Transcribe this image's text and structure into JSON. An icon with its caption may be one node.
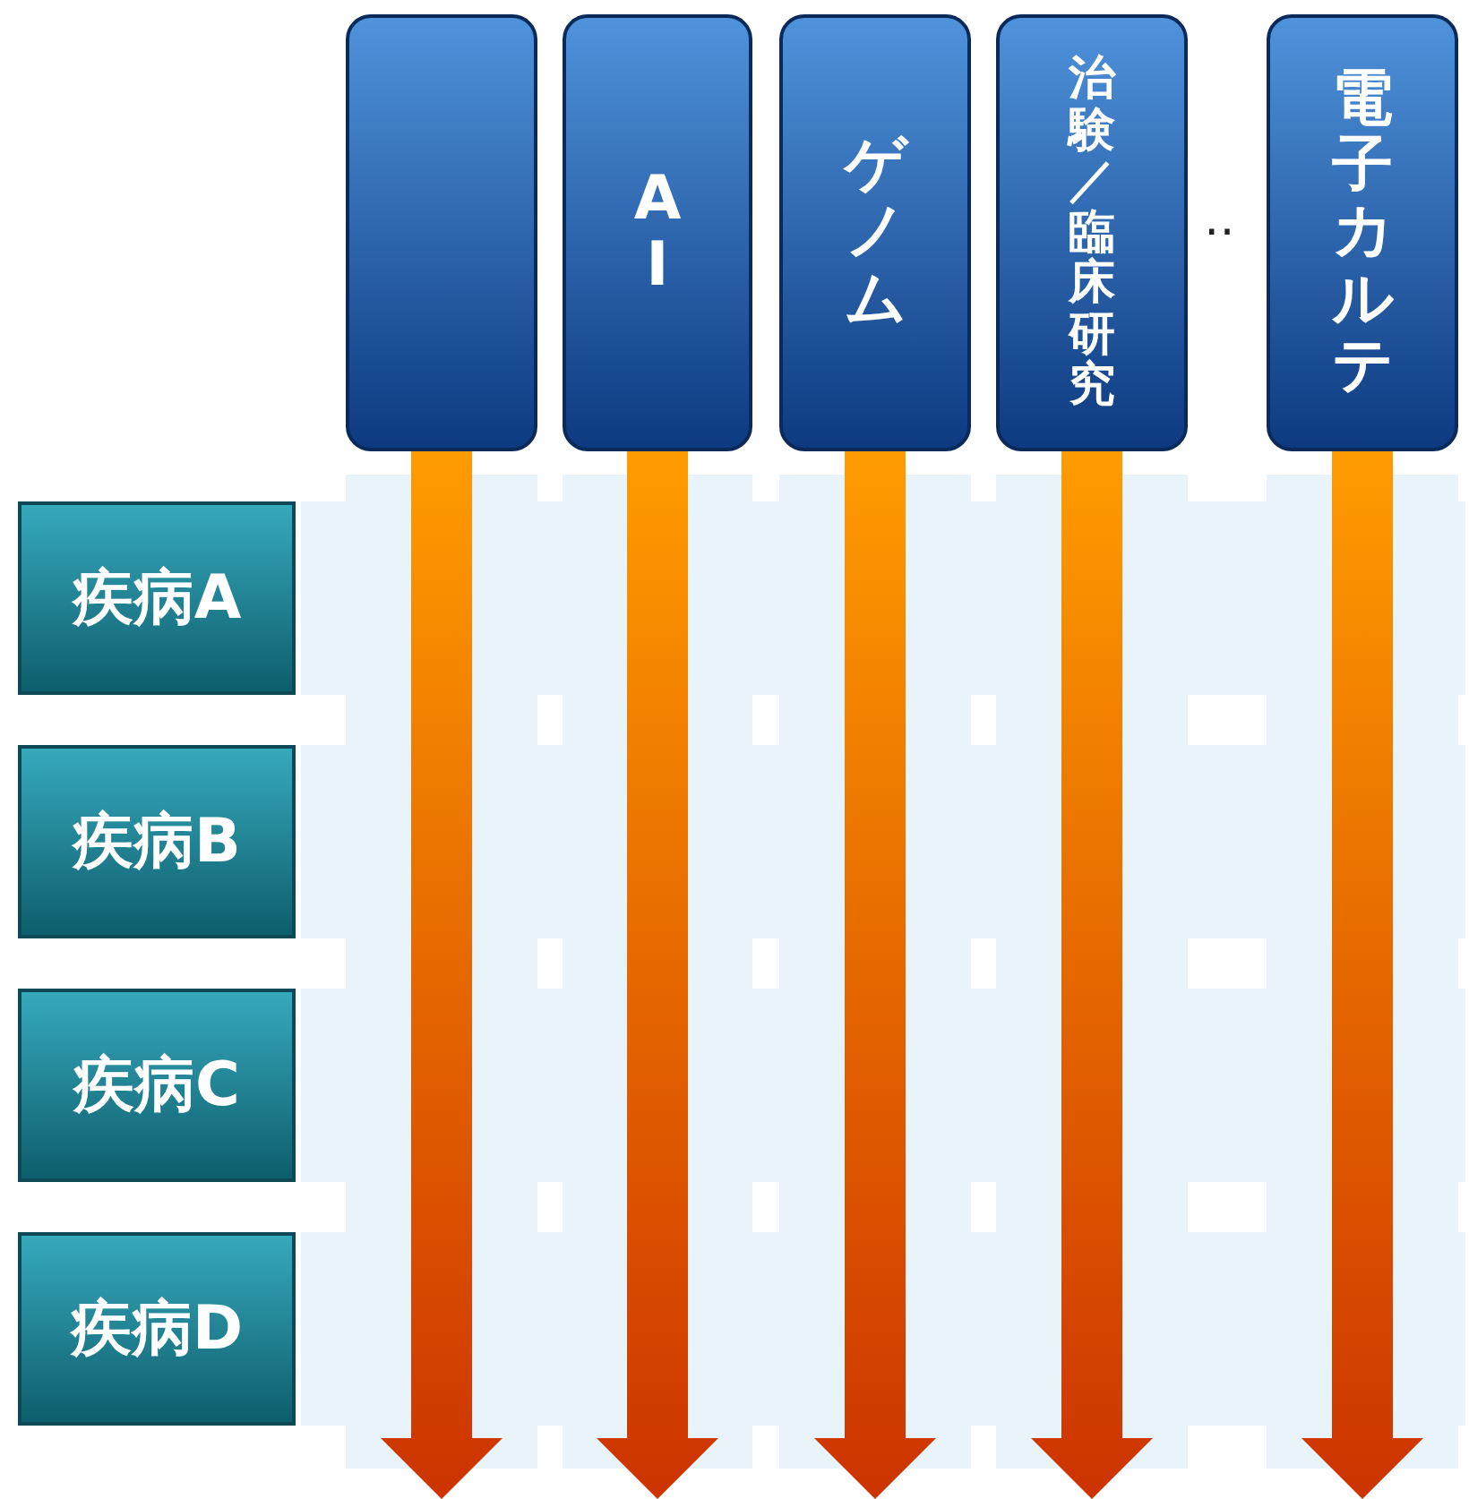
{
  "diagram": {
    "nodes": [
      {
        "text": [],
        "shape": "box"
      },
      {
        "text": [
          "AI"
        ]
      },
      {
        "text": [
          "ゲノム"
        ]
      },
      {
        "text": [
          "治験／臨床研究"
        ]
      },
      {
        "text": [
          "電子カルテ"
        ]
      },
      {
        "text": [
          "疾病A"
        ]
      },
      {
        "text": [
          "疾病B"
        ]
      },
      {
        "text": [
          "疾病C"
        ]
      },
      {
        "text": [
          "疾病D"
        ]
      }
    ],
    "edges": [
      {
        "from": 0,
        "to": null,
        "arrow": "to"
      },
      {
        "from": 1,
        "to": null,
        "arrow": "to"
      },
      {
        "from": 2,
        "to": null,
        "arrow": "to"
      },
      {
        "from": 3,
        "to": null,
        "arrow": "to"
      },
      {
        "from": 4,
        "to": null,
        "arrow": "to"
      }
    ],
    "labels": [
      "‥"
    ]
  }
}
